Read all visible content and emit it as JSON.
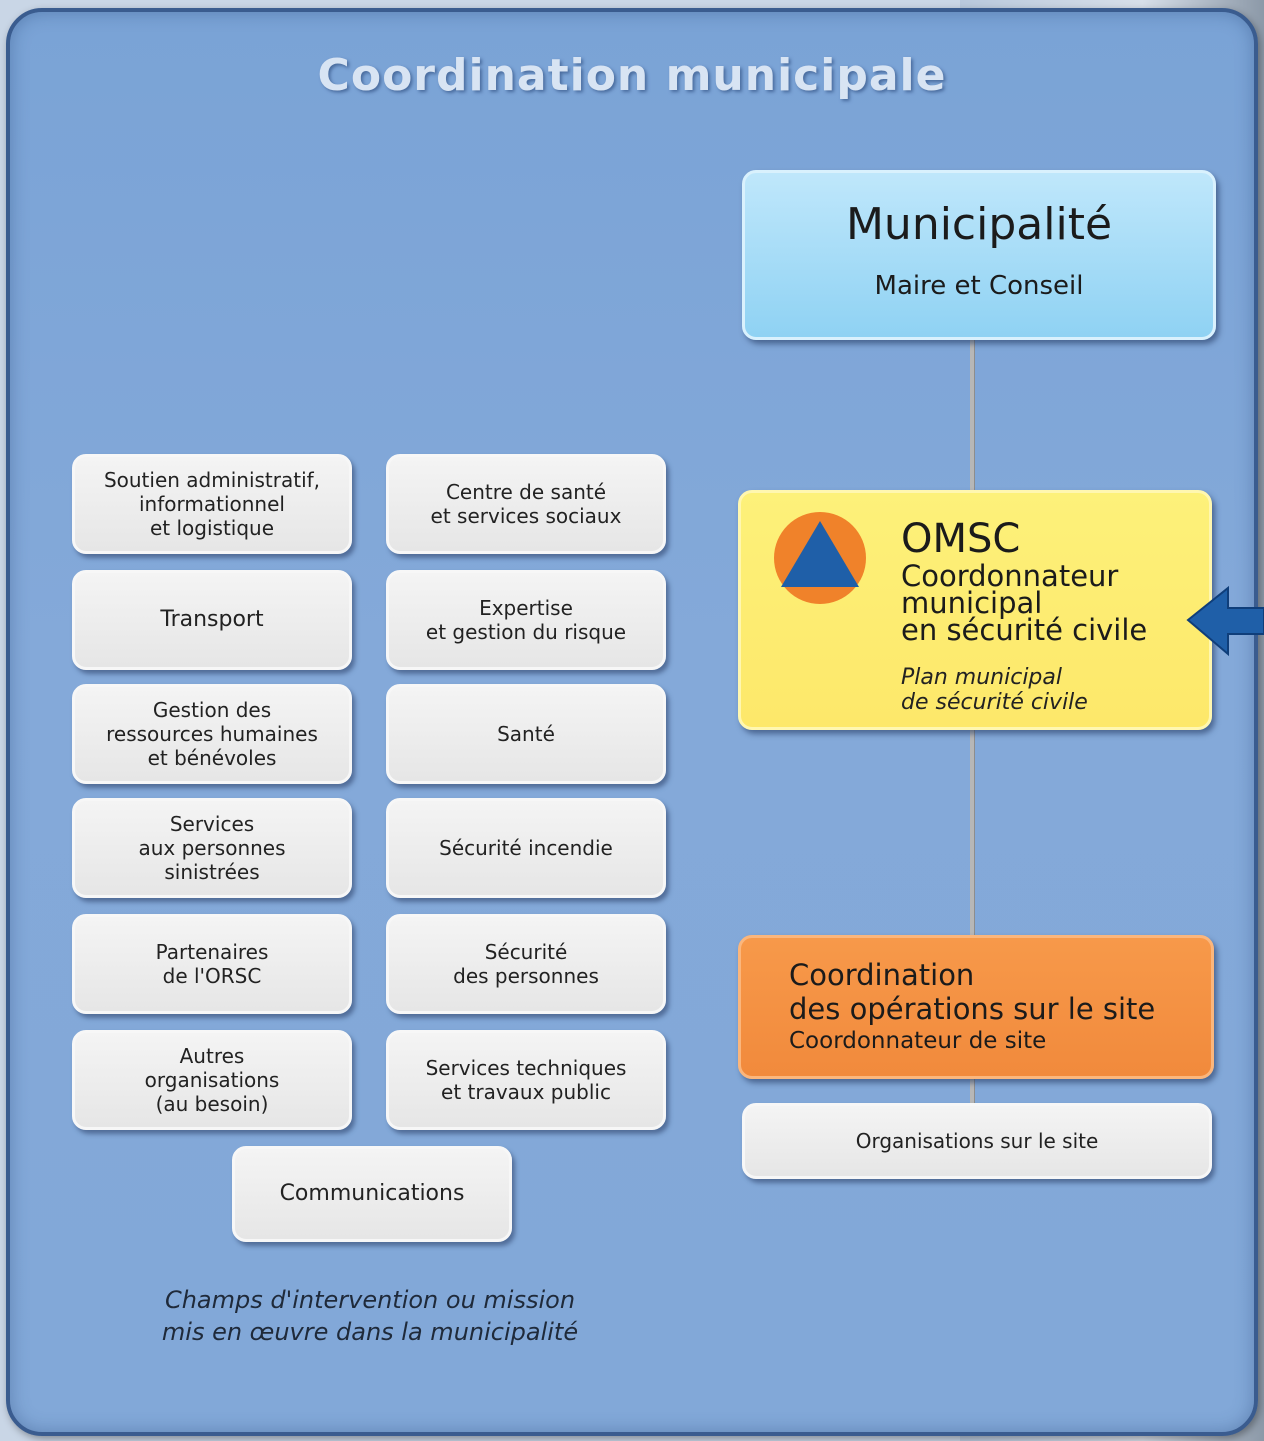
{
  "title": "Coordination municipale",
  "municipalite": {
    "title": "Municipalité",
    "subtitle": "Maire et Conseil"
  },
  "omsc": {
    "title": "OMSC",
    "subtitle": "Coordonnateur\nmunicipal\nen sécurité civile",
    "plan": "Plan municipal\nde sécurité civile"
  },
  "coordination_site": {
    "title": "Coordination\ndes opérations sur le site",
    "subtitle": "Coordonnateur de site"
  },
  "organisations_site": "Organisations sur le site",
  "missions": {
    "left": [
      "Soutien administratif,\ninformationnel\net logistique",
      "Transport",
      "Gestion des\nressources humaines\net bénévoles",
      "Services\naux personnes\nsinistrées",
      "Partenaires\nde l'ORSC",
      "Autres\norganisations\n(au besoin)"
    ],
    "right": [
      "Centre de santé\net services sociaux",
      "Expertise\net gestion du risque",
      "Santé",
      "Sécurité incendie",
      "Sécurité\ndes personnes",
      "Services techniques\net travaux public"
    ],
    "bottom": "Communications"
  },
  "caption": "Champs d'intervention ou mission\nmis en œuvre dans la municipalité",
  "colors": {
    "panel": "#82a8d8",
    "municipalite": "#8fd2f3",
    "omsc": "#fde86a",
    "coordination": "#f18a3c",
    "logo_orange": "#f0822a",
    "logo_blue": "#1f5fa8",
    "arrow": "#1f5fa8"
  },
  "icons": {
    "omsc_logo": "civil-protection-triangle-icon",
    "arrow": "left-arrow-icon"
  }
}
